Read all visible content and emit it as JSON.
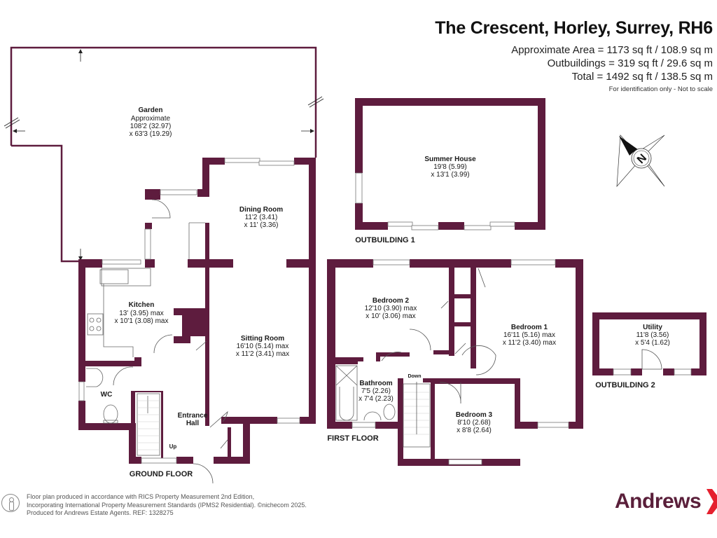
{
  "header": {
    "title": "The Crescent, Horley, Surrey, RH6",
    "approximate_area": "Approximate Area = 1173 sq ft / 108.9 sq m",
    "outbuildings": "Outbuildings = 319 sq ft / 29.6 sq m",
    "total": "Total = 1492 sq ft / 138.5 sq m",
    "disclaimer": "For identification only - Not to scale"
  },
  "colors": {
    "wall": "#5e1c3e",
    "text": "#1a1a1a",
    "brand_text": "#5a1f3a",
    "brand_accent": "#e5202e"
  },
  "compass": {
    "icon": "north-compass-icon",
    "label": "N"
  },
  "ground_floor": {
    "label": "GROUND FLOOR",
    "rooms": {
      "garden": {
        "name": "Garden",
        "line1": "Approximate",
        "line2": "108'2 (32.97)",
        "line3": "x 63'3 (19.29)"
      },
      "dining_room": {
        "name": "Dining Room",
        "line1": "11'2 (3.41)",
        "line2": "x 11' (3.36)"
      },
      "kitchen": {
        "name": "Kitchen",
        "line1": "13' (3.95) max",
        "line2": "x 10'1 (3.08) max"
      },
      "sitting_room": {
        "name": "Sitting Room",
        "line1": "16'10 (5.14) max",
        "line2": "x 11'2 (3.41) max"
      },
      "wc": {
        "name": "WC"
      },
      "entrance_hall": {
        "name": "Entrance",
        "name2": "Hall"
      },
      "stairs": {
        "label": "Up"
      }
    }
  },
  "first_floor": {
    "label": "FIRST FLOOR",
    "rooms": {
      "bedroom_2": {
        "name": "Bedroom 2",
        "line1": "12'10 (3.90) max",
        "line2": "x 10' (3.06) max"
      },
      "bedroom_1": {
        "name": "Bedroom 1",
        "line1": "16'11 (5.16) max",
        "line2": "x 11'2 (3.40) max"
      },
      "bathroom": {
        "name": "Bathroom",
        "line1": "7'5 (2.26)",
        "line2": "x 7'4 (2.23)"
      },
      "bedroom_3": {
        "name": "Bedroom 3",
        "line1": "8'10 (2.68)",
        "line2": "x 8'8 (2.64)"
      },
      "stairs": {
        "label": "Down"
      }
    }
  },
  "outbuilding_1": {
    "label": "OUTBUILDING 1",
    "room": {
      "name": "Summer House",
      "line1": "19'8 (5.99)",
      "line2": "x 13'1 (3.99)"
    }
  },
  "outbuilding_2": {
    "label": "OUTBUILDING 2",
    "room": {
      "name": "Utility",
      "line1": "11'8 (3.56)",
      "line2": "x 5'4 (1.62)"
    }
  },
  "footer": {
    "line1": "Floor plan produced in accordance with RICS Property Measurement 2nd Edition,",
    "line2": "Incorporating International Property Measurement Standards (IPMS2 Residential).   ©nichecom  2025.",
    "line3": "Produced for Andrews Estate Agents.    REF: 1328275",
    "icon": "person-accessibility-icon"
  },
  "brand": {
    "name": "Andrews",
    "icon": "chevron-right-icon"
  }
}
